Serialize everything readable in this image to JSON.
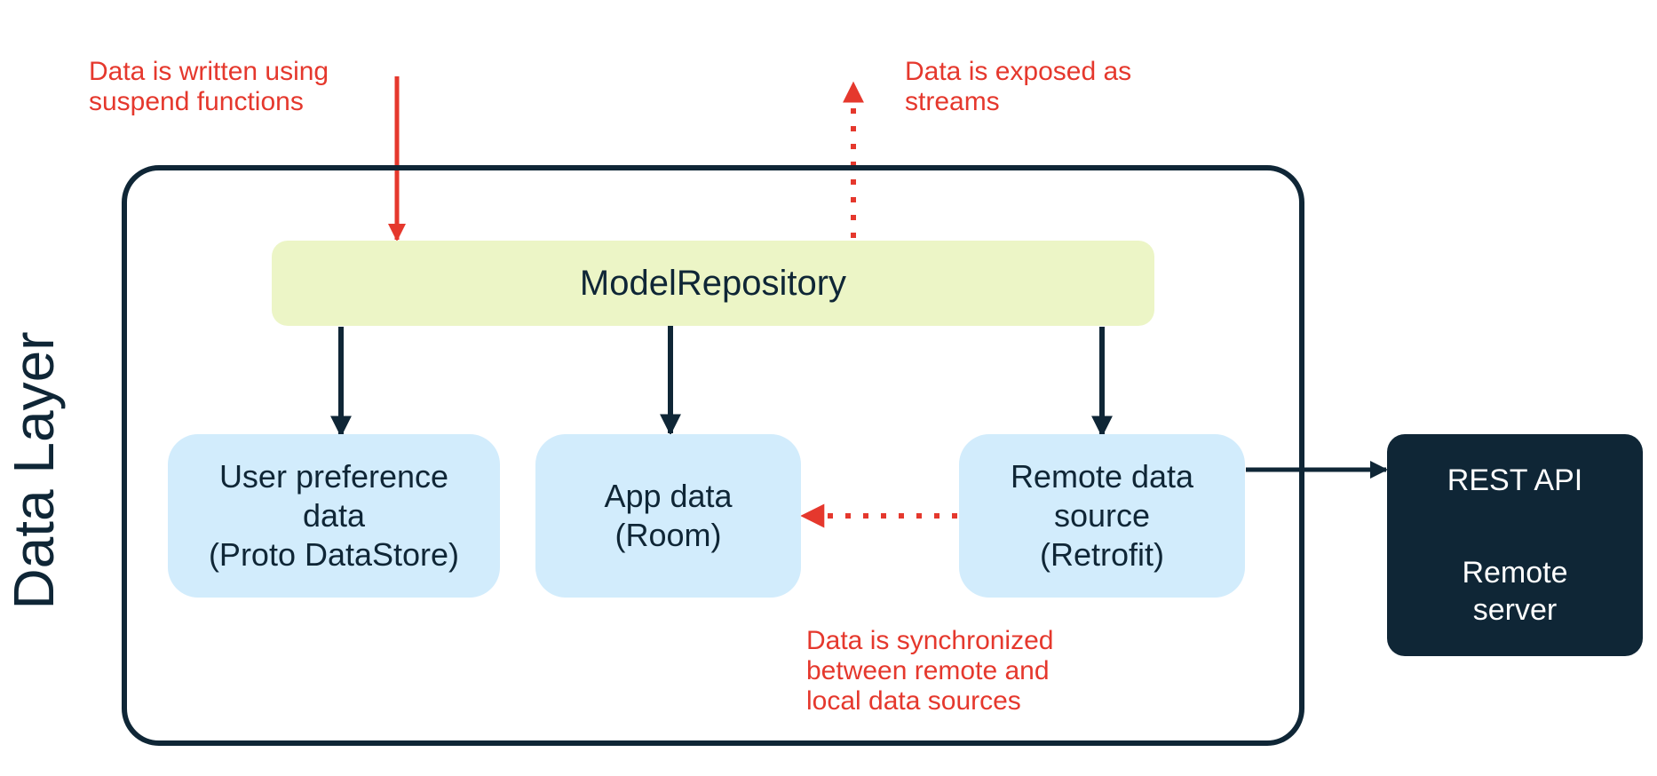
{
  "colors": {
    "dark": "#0f2636",
    "accent_red": "#e5382d",
    "repo_fill": "#ecf5c6",
    "source_fill": "#d2ecfc"
  },
  "layer_label": "Data Layer",
  "annotations": {
    "write": "Data is written using\nsuspend functions",
    "expose": "Data is exposed as\nstreams",
    "sync": "Data is synchronized\nbetween remote and\nlocal data sources"
  },
  "repository": "ModelRepository",
  "sources": {
    "user_prefs": "User preference\ndata\n(Proto DataStore)",
    "app_data": "App data\n(Room)",
    "remote": "Remote data\nsource\n(Retrofit)"
  },
  "server": {
    "api": "REST API",
    "name": "Remote\nserver"
  }
}
